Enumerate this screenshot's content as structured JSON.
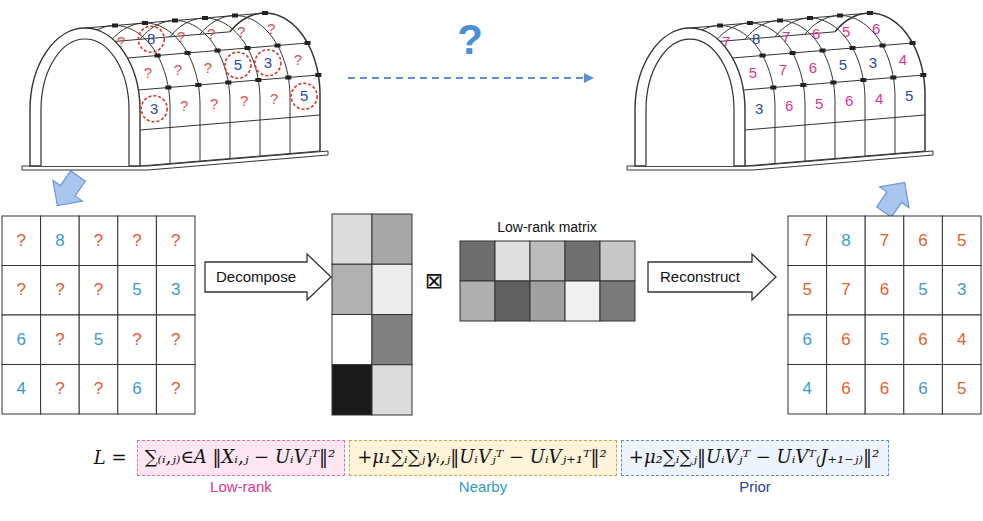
{
  "diagram": {
    "nodes": [
      {
        "text": [
          "Decompose"
        ]
      },
      {
        "text": [
          "Reconstruct"
        ]
      },
      {
        "text": [
          "∑₍ᵢ,ⱼ₎∈A ‖Xᵢ,ⱼ − UᵢVⱼᵀ‖²",
          "Low-rank"
        ]
      },
      {
        "text": [
          "+μ₁∑ᵢ∑ⱼγᵢ,ⱼ‖UᵢVⱼᵀ − UᵢVⱼ₊₁ᵀ‖²",
          "Nearby"
        ]
      },
      {
        "text": [
          "+μ₂∑ᵢ∑ⱼ‖UᵢVⱼᵀ − UᵢVᵀ₍J₊₁₋ⱼ₎‖²",
          "Prior"
        ]
      }
    ],
    "labels": [
      "?",
      "8",
      "?",
      "?",
      "?",
      "?",
      "?",
      "?",
      "?",
      "5",
      "3",
      "?",
      "3",
      "?",
      "?",
      "?",
      "?",
      "5",
      "?",
      "7",
      "8",
      "7",
      "6",
      "5",
      "6",
      "5",
      "7",
      "6",
      "5",
      "3",
      "4",
      "3",
      "6",
      "5",
      "6",
      "4",
      "5",
      "?",
      "8",
      "?",
      "?",
      "?",
      "?",
      "?",
      "?",
      "5",
      "3",
      "6",
      "?",
      "5",
      "?",
      "?",
      "4",
      "?",
      "?",
      "6",
      "?",
      "⊠",
      "Low-rank matrix",
      "7",
      "8",
      "7",
      "6",
      "5",
      "5",
      "7",
      "6",
      "5",
      "3",
      "6",
      "6",
      "5",
      "6",
      "4",
      "4",
      "6",
      "6",
      "6",
      "5",
      "L ="
    ]
  }
}
